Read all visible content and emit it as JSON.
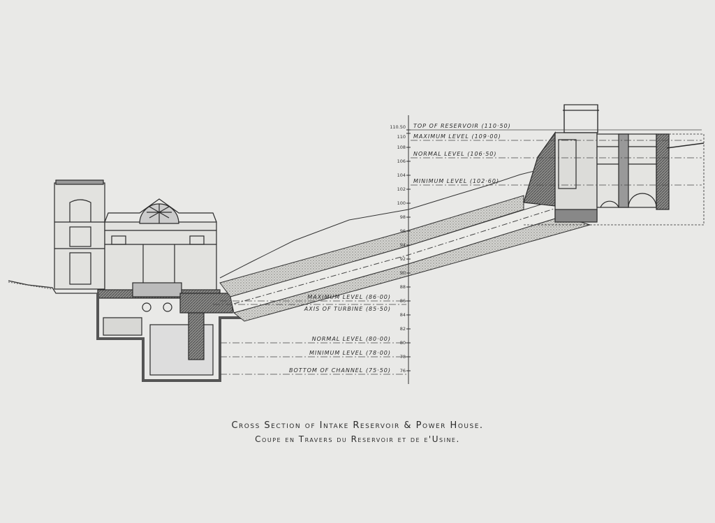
{
  "diagram": {
    "title_en": "Cross Section of Intake Reservoir & Power House.",
    "title_fr": "Coupe en Travers du Reservoir et de e'Usine.",
    "scale_ticks": [
      "110.50",
      "110",
      "108",
      "106",
      "104",
      "102",
      "100",
      "98",
      "96",
      "94",
      "92",
      "90",
      "88",
      "86",
      "84",
      "82",
      "80",
      "78",
      "76"
    ],
    "upper_levels": [
      {
        "label": "Top of Reservoir (110·50)",
        "value": 110.5
      },
      {
        "label": "Maximum Level (109·00)",
        "value": 109.0
      },
      {
        "label": "Normal Level (106·50)",
        "value": 106.5
      },
      {
        "label": "Minimum Level (102·60)",
        "value": 102.6
      }
    ],
    "lower_levels": [
      {
        "label": "Maximum Level (86·00)",
        "value": 86.0
      },
      {
        "label": "Axis of Turbine (85·50)",
        "value": 85.5
      },
      {
        "label": "Normal Level (80·00)",
        "value": 80.0
      },
      {
        "label": "Minimum Level (78·00)",
        "value": 78.0
      },
      {
        "label": "Bottom of Channel (75·50)",
        "value": 75.5
      }
    ]
  }
}
